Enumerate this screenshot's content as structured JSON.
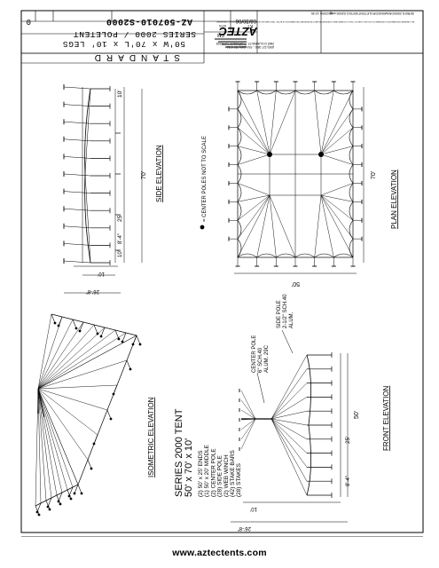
{
  "title_block": {
    "drawing_number": "AZ-507010-S2000",
    "revision": "0",
    "title_line1": "SERIES 2000 / POLETENT",
    "title_line2": "50'W x 70'L x 10' LEGS",
    "standard": "STANDARD",
    "company": "AZTEC",
    "address": "2665 COLUMBIA ST., TORRANCE, CA 90503",
    "phone": "(800) 227-3851 - FAX (310) 787-0719",
    "scale": "NTS",
    "date": "06/30/06",
    "drawn_by": "KT",
    "checked_by": "CM",
    "file_path": "SERIES 2000\\DRAWINGS\\POLETENT\\507010-S2000.dwg",
    "file_date": "05/23/06 12:35",
    "proprietary_note": "ALL DATA AND INFORMATION CONTAINED IN OR DISCLOSED BY THIS DOCUMENT ARE CONFIDENTIAL AND PROPRIETARY INFORMATION OF AZTEC TENTS AND ALL RIGHTS THEREIN ARE EXPRESSLY RESERVED."
  },
  "views": {
    "side": {
      "label": "SIDE ELEVATION",
      "dim_overall": "70'",
      "dim_top": "10'",
      "dim_mid": "25'",
      "dim_low": "8'-4\"",
      "dim_base": "10'",
      "dim_bottom": "10'",
      "dim_stake": "26'-8\""
    },
    "plan": {
      "label": "PLAN ELEVATION",
      "dim_length": "70'",
      "dim_width": "50'",
      "note": "= CENTER POLES NOT TO SCALE"
    },
    "isometric": {
      "label": "ISOMETRIC ELEVATION"
    },
    "front": {
      "label": "FRONT ELEVATION",
      "dim_overall": "50'",
      "dim_mid": "25'",
      "dim_low": "8'-4\"",
      "dim_base": "10'",
      "dim_stake": "26'-8\"",
      "callout_center": [
        "CENTER POLE",
        "6\" SCH.40",
        "ALUM. 29C"
      ],
      "callout_side": [
        "SIDE POLE",
        "2-1/2\" SCH.40",
        "ALUM."
      ]
    }
  },
  "tent_spec": {
    "series": "SERIES 2000 TENT",
    "size": "50' x 70' x 10'",
    "parts": [
      "(2)  50' x 25' ENDS",
      "(1)  50' x 20' MIDDLE",
      "(2)  CENTER POLE",
      "(28) SIDE POLE",
      "(2)  WEB WINCH",
      "(42) STAKE BARS",
      "(28) STAKES"
    ]
  },
  "footer": {
    "url": "www.aztectents.com"
  }
}
